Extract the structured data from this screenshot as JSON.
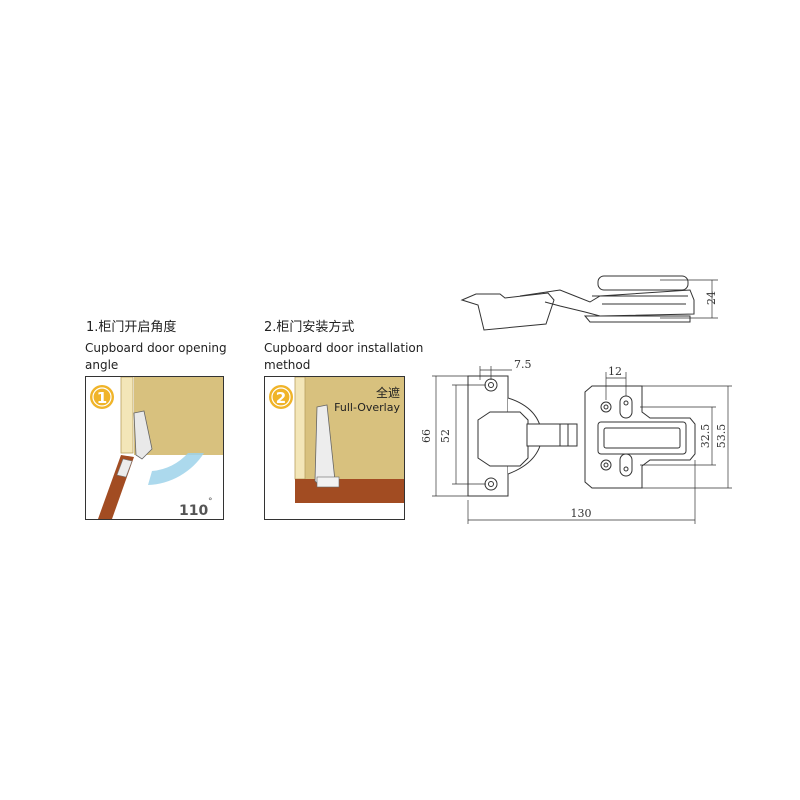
{
  "section1": {
    "title": "1.柜门开启角度",
    "caption_line1": "Cupboard door opening",
    "caption_line2": "angle",
    "step_number": "1",
    "angle_label": "110",
    "angle_unit": "°"
  },
  "section2": {
    "title": "2.柜门安装方式",
    "caption_line1": "Cupboard door installation",
    "caption_line2": "method",
    "step_number": "2",
    "overlay_cn": "全遮",
    "overlay_en": "Full-Overlay"
  },
  "drawing": {
    "dim_height": "24",
    "dim_screw_offset": "7.5",
    "dim_plate_holes": "12",
    "dim_outer_height": "66",
    "dim_inner_height": "52",
    "dim_hole_spacing": "32.5",
    "dim_base_height": "53.5",
    "dim_total_length": "130"
  },
  "colors": {
    "cabinet_wood": "#d8c17e",
    "door_brown": "#a24c22",
    "badge_orange": "#f0b429",
    "arc_blue": "#9ed2ea",
    "line_dark": "#333333"
  }
}
